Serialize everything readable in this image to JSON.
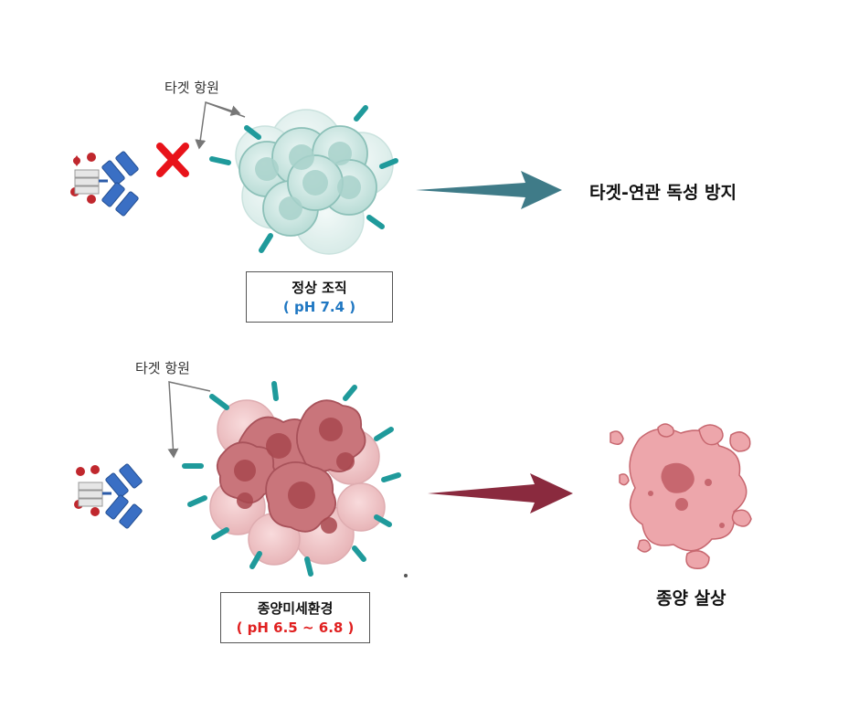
{
  "top": {
    "antigen_label": "타겟 항원",
    "result_label": "타겟-연관 독성 방지",
    "tissue": {
      "name": "정상 조직",
      "ph": "( pH 7.4 )"
    },
    "colors": {
      "cell": "#cfe6e2",
      "arrow": "#3f7b88",
      "ph": "#1f77c2",
      "block_mark": "#e8131a"
    }
  },
  "bottom": {
    "antigen_label": "타겟 항원",
    "result_label": "종양 살상",
    "tissue": {
      "name": "종양미세환경",
      "ph": "( pH 6.5 ~ 6.8 )"
    },
    "colors": {
      "cell": "#e8a3a8",
      "arrow": "#8a2a3e",
      "ph": "#e02020"
    }
  },
  "icons": {
    "antibody": "antibody-drug-conjugate-icon",
    "receptor": "antigen-receptor-icon",
    "block": "cross-mark-icon"
  }
}
